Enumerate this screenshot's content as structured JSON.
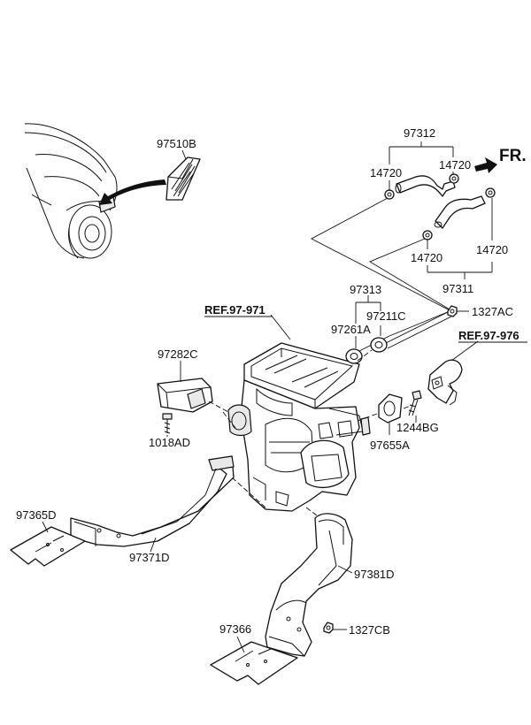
{
  "labels": {
    "l97510B": "97510B",
    "l97312": "97312",
    "l14720a": "14720",
    "l14720b": "14720",
    "l14720c": "14720",
    "l14720d": "14720",
    "l97311": "97311",
    "l97313": "97313",
    "l97211C": "97211C",
    "l97261A": "97261A",
    "l1327AC": "1327AC",
    "l97282C": "97282C",
    "l1018AD": "1018AD",
    "l1244BG": "1244BG",
    "l97655A": "97655A",
    "l97365D": "97365D",
    "l97371D": "97371D",
    "l97381D": "97381D",
    "l97366": "97366",
    "l1327CB": "1327CB"
  },
  "refs": {
    "ref_97_971": "REF.97-971",
    "ref_97_976": "REF.97-976"
  },
  "direction": {
    "fr": "FR."
  }
}
